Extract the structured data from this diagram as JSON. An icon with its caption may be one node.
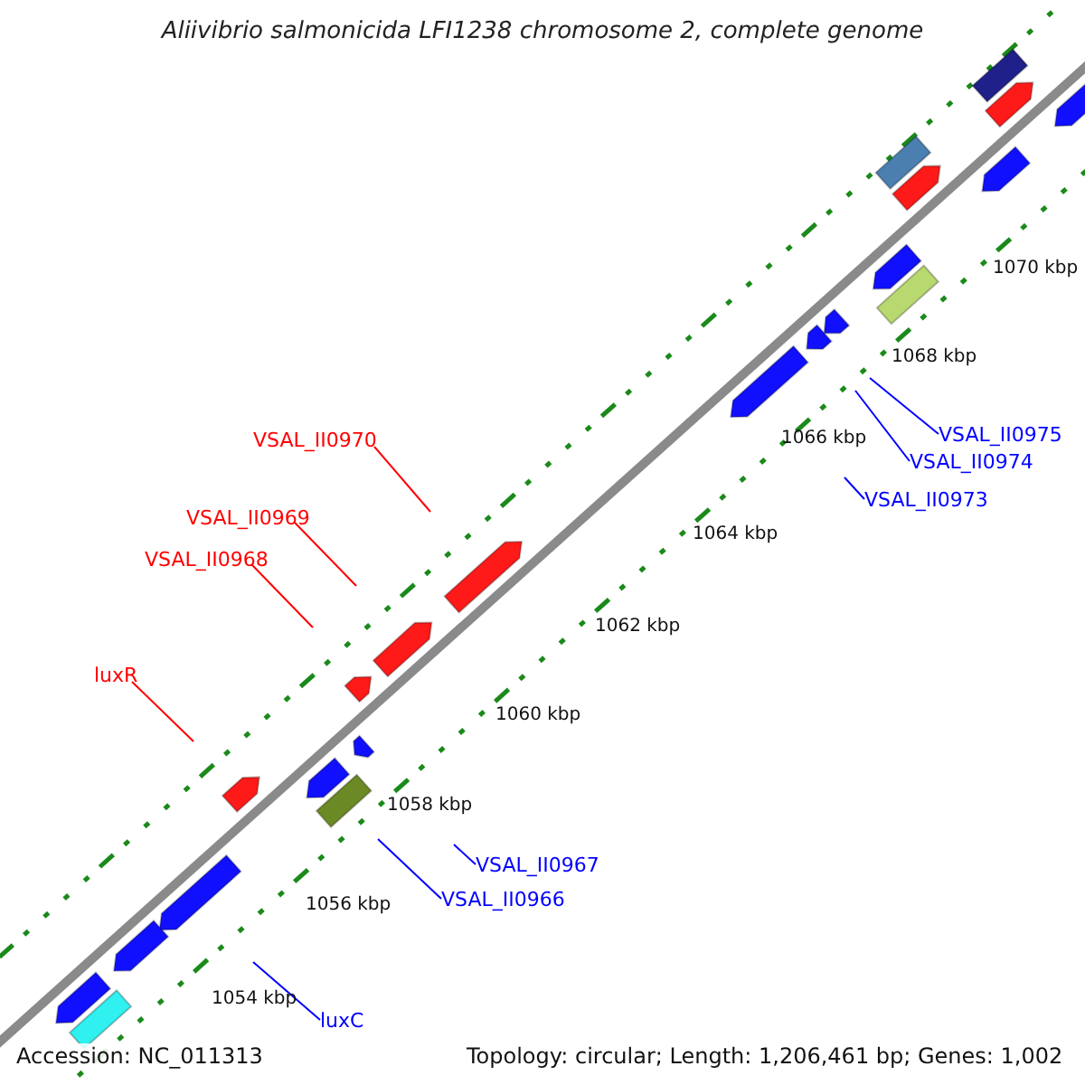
{
  "diagram": {
    "title": "Aliivibrio salmonicida LFI1238 chromosome 2, complete genome",
    "nodes": [
      {
        "text": [
          "VSAL_II0975"
        ]
      },
      {
        "text": [
          "VSAL_II0974"
        ]
      },
      {
        "text": [
          "VSAL_II0970"
        ]
      },
      {
        "text": [
          "VSAL_II0973"
        ]
      },
      {
        "text": [
          "VSAL_II0969"
        ]
      },
      {
        "text": [
          "VSAL_II0968"
        ]
      },
      {
        "text": [
          "luxR"
        ]
      },
      {
        "text": [
          "VSAL_II0967"
        ]
      },
      {
        "text": [
          "VSAL_II0966"
        ]
      },
      {
        "text": [
          "luxC"
        ]
      }
    ],
    "edges": [
      {
        "from": 0,
        "to": null,
        "arrow": "none"
      },
      {
        "from": 1,
        "to": null,
        "arrow": "none"
      },
      {
        "from": 2,
        "to": null,
        "arrow": "none",
        "color": "#ff0000"
      },
      {
        "from": 3,
        "to": null,
        "arrow": "none"
      },
      {
        "from": 4,
        "to": null,
        "arrow": "none",
        "color": "#ff0000"
      },
      {
        "from": 5,
        "to": null,
        "arrow": "none",
        "color": "#ff0000"
      },
      {
        "from": 6,
        "to": null,
        "arrow": "none",
        "color": "#ff0000"
      },
      {
        "from": 7,
        "to": null,
        "arrow": "none"
      },
      {
        "from": 8,
        "to": null,
        "arrow": "none"
      },
      {
        "from": 9,
        "to": null,
        "arrow": "none"
      }
    ],
    "labels": [
      "1070 kbp",
      "1068 kbp",
      "1066 kbp",
      "1064 kbp",
      "1062 kbp",
      "1060 kbp",
      "1058 kbp",
      "1056 kbp",
      "1054 kbp",
      "Accession: NC_011313",
      "Topology: circular; Length: 1,206,461 bp; Genes: 1,002"
    ]
  }
}
